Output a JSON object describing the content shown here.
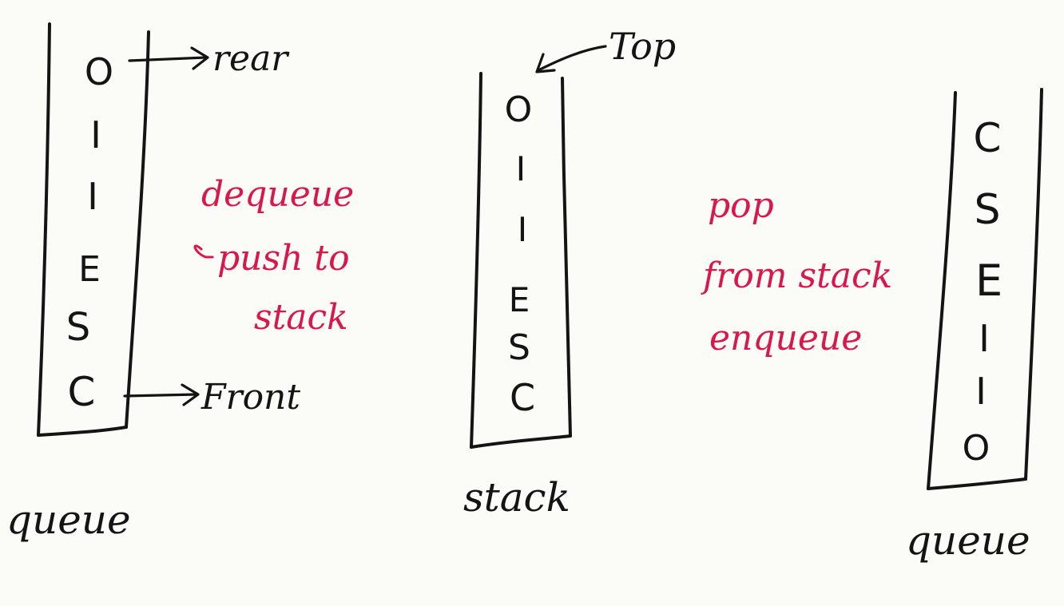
{
  "queue_left": {
    "items": [
      "O",
      "I",
      "I",
      "E",
      "S",
      "C"
    ],
    "rear_label": "rear",
    "front_label": "Front",
    "caption": "queue"
  },
  "step1_note": {
    "line1": "dequeue",
    "line2": "push to",
    "line3": "stack"
  },
  "stack": {
    "items": [
      "O",
      "I",
      "I",
      "E",
      "S",
      "C"
    ],
    "top_label": "Top",
    "caption": "stack"
  },
  "step2_note": {
    "line1": "pop",
    "line2": "from stack",
    "line3": "enqueue"
  },
  "queue_right": {
    "items": [
      "C",
      "S",
      "E",
      "I",
      "I",
      "O"
    ],
    "caption": "queue"
  },
  "colors": {
    "ink": "#141414",
    "note": "#d8174a",
    "paper": "#fbfbf8"
  }
}
